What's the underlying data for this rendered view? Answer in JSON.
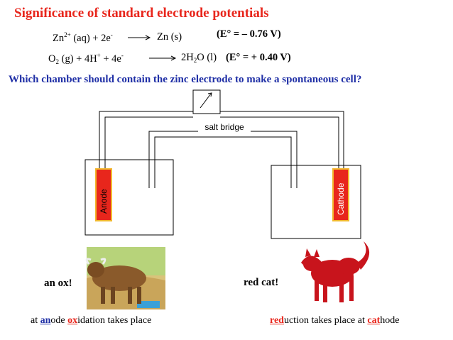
{
  "title": "Significance of standard electrode potentials",
  "reaction1": {
    "lhs_a": "Zn",
    "lhs_a_sup": "2+",
    "lhs_b": " (aq) + 2e",
    "lhs_b_sup": "-",
    "rhs": "Zn (s)",
    "potential": "(E° = – 0.76 V)"
  },
  "reaction2": {
    "p1": "O",
    "p1_sub": "2",
    "p2": " (g) + 4H",
    "p2_sup": "+",
    "p3": " + 4e",
    "p3_sup": "-",
    "rhs_a": "2H",
    "rhs_a_sub": "2",
    "rhs_b": "O (l)",
    "potential": "(E° = + 0.40 V)"
  },
  "question": "Which chamber should contain the zinc electrode to make a spontaneous cell?",
  "diagram": {
    "salt_bridge_label": "salt bridge",
    "anode_label": "Anode",
    "cathode_label": "Cathode",
    "electrode_color": "#e8261c",
    "electrode_border": "#f2b82e"
  },
  "captions": {
    "ox": "an ox!",
    "cat": "red cat!"
  },
  "bottom_left": {
    "a": "at ",
    "b": "an",
    "c": "ode ",
    "d": "ox",
    "e": "idation takes place"
  },
  "bottom_right": {
    "a": "red",
    "b": "uction takes place at ",
    "c": "cat",
    "d": "hode"
  }
}
